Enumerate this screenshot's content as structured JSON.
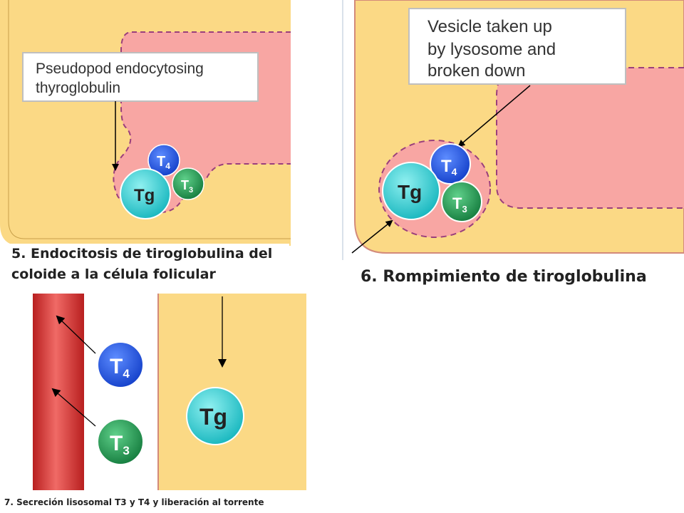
{
  "colors": {
    "colloid": "#fbd985",
    "cytoplasm": "#f8a6a3",
    "tg_fill": "#2fd0d2",
    "t4_fill": "#2a5ff0",
    "t3_fill": "#2eaa5c",
    "vessel": "#d9302e",
    "membrane_dash": "#9a3f7c",
    "callout_border": "#bfbfbf"
  },
  "panel5": {
    "callout_line1": "Pseudopod endocytosing",
    "callout_line2": "thyroglobulin",
    "label_tg": "Tg",
    "label_t4_main": "T",
    "label_t4_sub": "4",
    "label_t3_main": "T",
    "label_t3_sub": "3",
    "caption_line1": "5. Endocitosis de tiroglobulina del",
    "caption_line2": "coloide a la célula folicular"
  },
  "panel6": {
    "callout_line1": "Vesicle taken up",
    "callout_line2": "by lysosome and",
    "callout_line3": "broken down",
    "label_tg": "Tg",
    "label_t4_main": "T",
    "label_t4_sub": "4",
    "label_t3_main": "T",
    "label_t3_sub": "3",
    "caption": "6. Rompimiento de tiroglobulina"
  },
  "panel7": {
    "label_tg": "Tg",
    "label_t4_main": "T",
    "label_t4_sub": "4",
    "label_t3_main": "T",
    "label_t3_sub": "3",
    "caption": "7. Secreción lisosomal T3 y T4 y liberación al torrente"
  }
}
